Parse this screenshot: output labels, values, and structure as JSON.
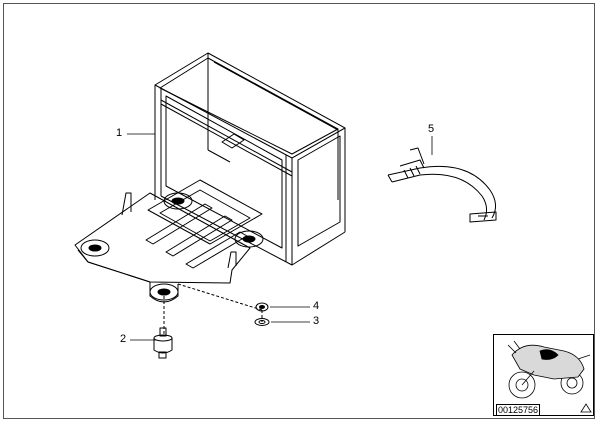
{
  "callouts": {
    "battery_holder": "1",
    "rubber_mount": "2",
    "washer": "3",
    "nut": "4",
    "strap": "5"
  },
  "catalog_number": "00125756",
  "icons": {
    "warning": "warning-triangle-icon"
  },
  "colors": {
    "line": "#000000",
    "background": "#ffffff",
    "highlight": "#d9d9d9"
  }
}
